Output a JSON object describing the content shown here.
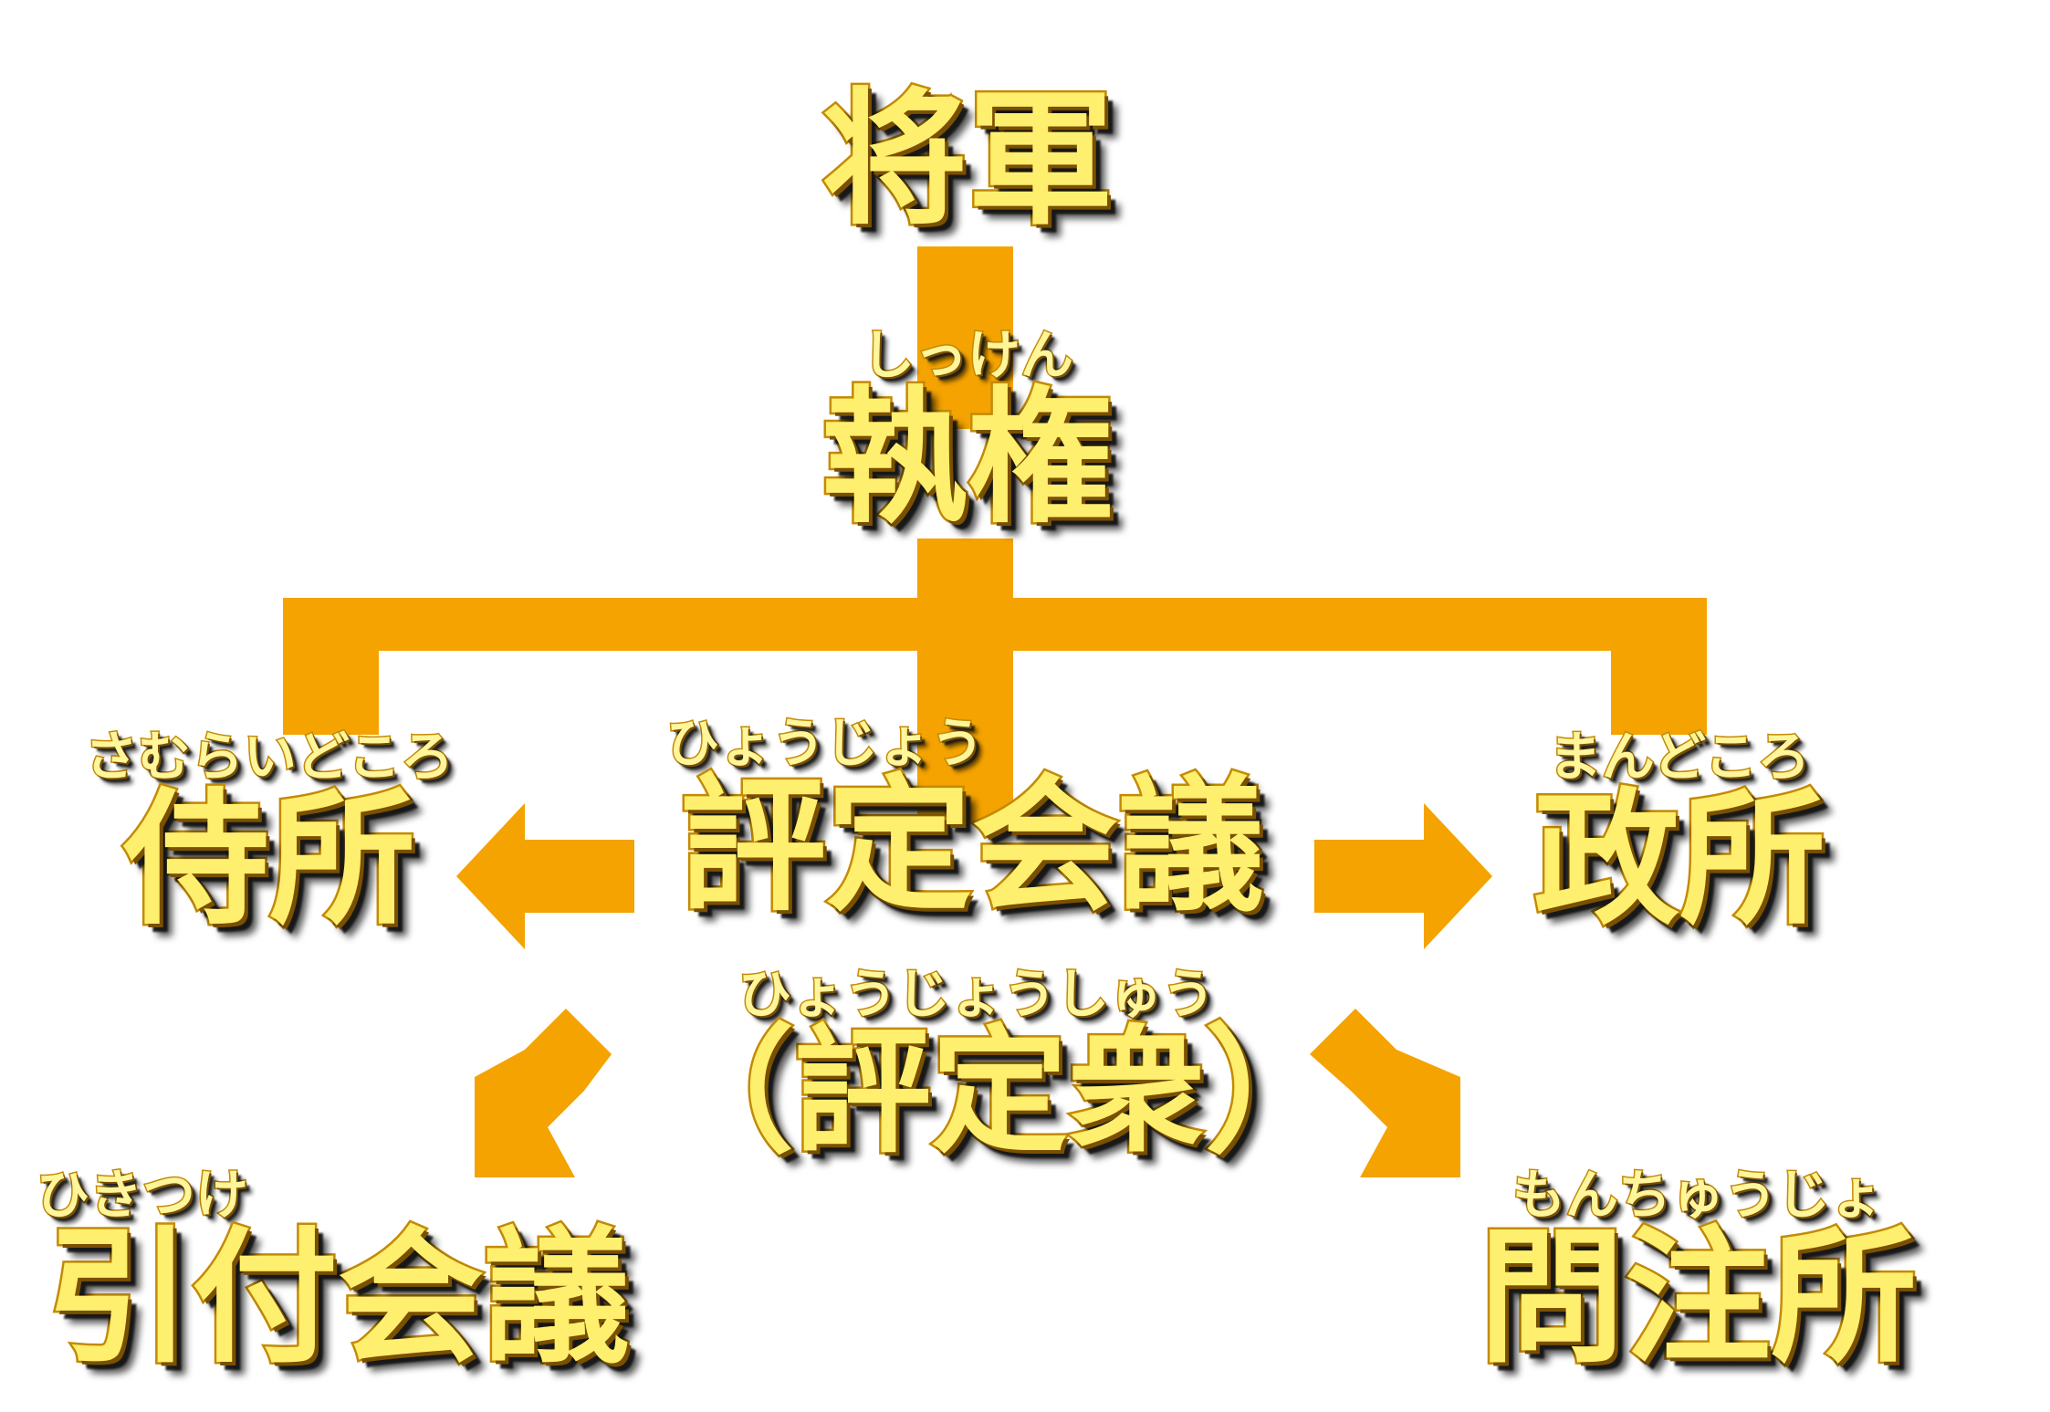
{
  "nodes": {
    "shogun": {
      "label": "将軍",
      "ruby": ""
    },
    "shikken": {
      "label": "執権",
      "ruby": "しっけん"
    },
    "samuraidokoro": {
      "label": "侍所",
      "ruby": "さむらいどころ"
    },
    "hyojo": {
      "label": "評定会議",
      "ruby": "ひょうじょう"
    },
    "hyojoshu": {
      "label": "（評定衆）",
      "ruby": "ひょうじょうしゅう"
    },
    "mandokoro": {
      "label": "政所",
      "ruby": "まんどころ"
    },
    "hikitsuke": {
      "label": "引付会議",
      "ruby": "ひきつけ"
    },
    "monchujo": {
      "label": "問注所",
      "ruby": "もんちゅうじょ"
    }
  },
  "colors": {
    "connector": "#f4a300",
    "text_fill": "#ffef6e",
    "text_stroke": "#c48a06",
    "shadow": "#1a1a1a"
  }
}
